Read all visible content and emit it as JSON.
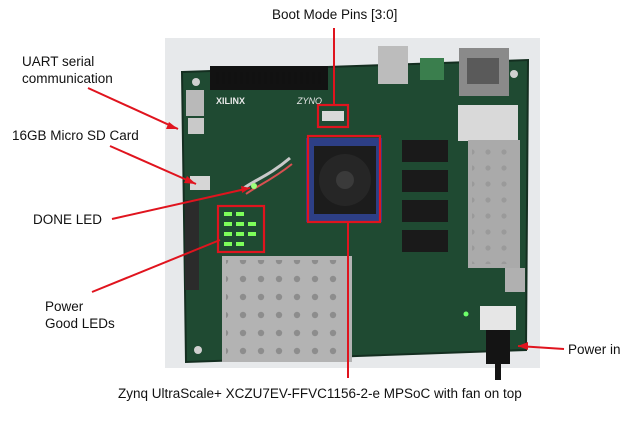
{
  "labels": {
    "boot_mode": "Boot Mode Pins [3:0]",
    "uart_line1": "UART serial",
    "uart_line2": "communication",
    "sd_card": "16GB Micro SD Card",
    "done_led": "DONE LED",
    "power_good_line1": "Power",
    "power_good_line2": "Good LEDs",
    "power_in": "Power in",
    "mpsoc": "Zynq UltraScale+ XCZU7EV-FFVC1156-2-e MPSoC with fan on top"
  },
  "board_markings": {
    "brand": "XILINX",
    "product": "ZYNQ"
  },
  "colors": {
    "annotation": "#e0141e",
    "pcb": "#1f4a32",
    "text": "#111111"
  }
}
